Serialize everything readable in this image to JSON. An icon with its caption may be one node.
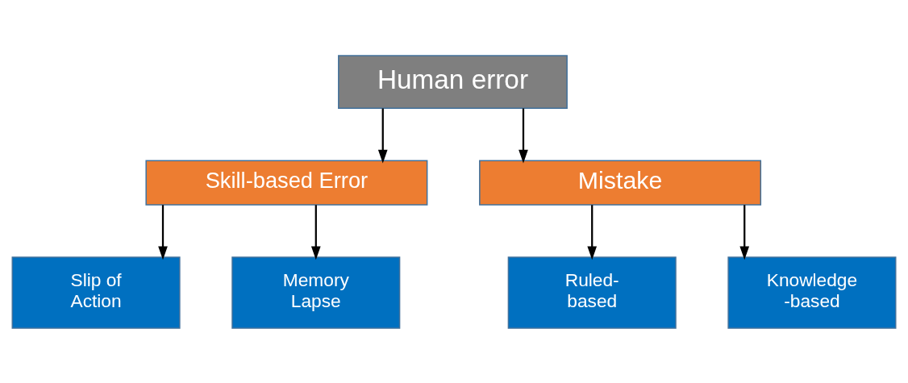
{
  "diagram": {
    "nodes": [
      {
        "text": [
          "Human error"
        ]
      },
      {
        "text": [
          "Skill-based Error"
        ]
      },
      {
        "text": [
          "Mistake"
        ]
      },
      {
        "text": [
          "Slip of Action"
        ]
      },
      {
        "text": [
          "Memory Lapse"
        ]
      },
      {
        "text": [
          "Ruled- based"
        ]
      },
      {
        "text": [
          "Knowledge -based"
        ]
      }
    ],
    "edges": [
      {
        "from": 0,
        "to": 1,
        "arrow": "to"
      },
      {
        "from": 0,
        "to": 2,
        "arrow": "to"
      },
      {
        "from": 1,
        "to": 3,
        "arrow": "to"
      },
      {
        "from": 1,
        "to": 4,
        "arrow": "to"
      },
      {
        "from": 2,
        "to": 5,
        "arrow": "to"
      },
      {
        "from": 2,
        "to": 6,
        "arrow": "to"
      }
    ]
  }
}
